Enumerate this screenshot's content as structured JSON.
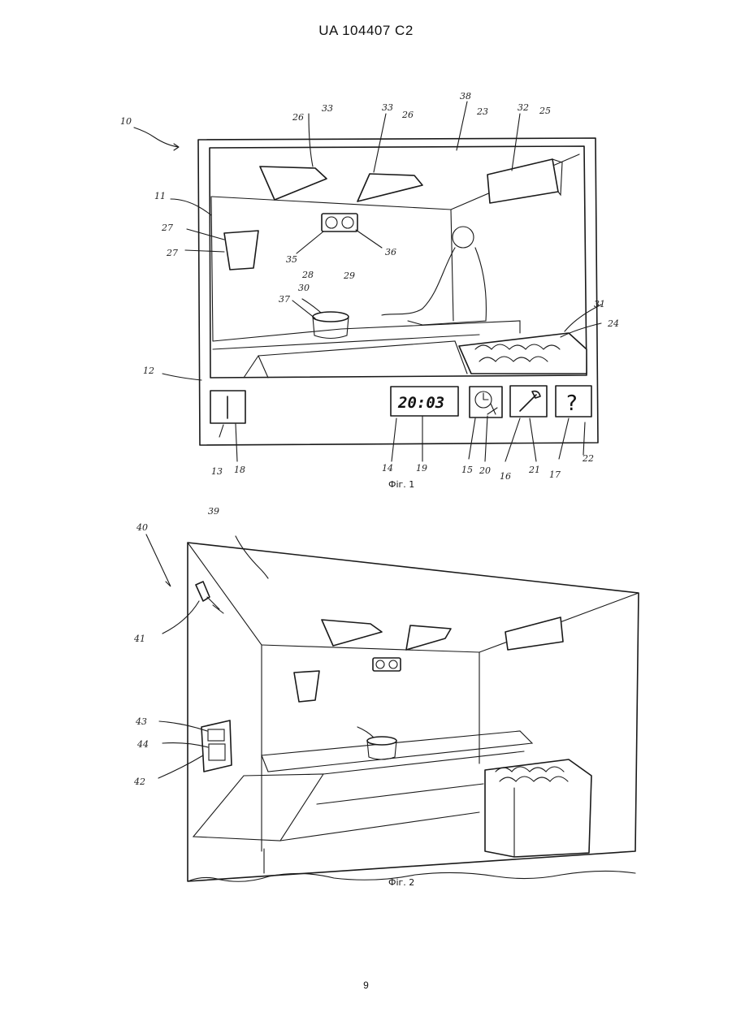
{
  "header": {
    "text": "UA   104407   C2"
  },
  "figure1": {
    "caption": "Фіг. 1",
    "clock_display": "20:03",
    "labels": [
      "10",
      "11",
      "12",
      "13",
      "14",
      "15",
      "16",
      "17",
      "18",
      "19",
      "20",
      "21",
      "22",
      "23",
      "24",
      "25",
      "26",
      "26",
      "27",
      "27",
      "28",
      "29",
      "30",
      "31",
      "32",
      "33",
      "33",
      "35",
      "36",
      "37",
      "38"
    ]
  },
  "figure2": {
    "caption": "Фіг. 2",
    "labels": [
      "39",
      "40",
      "41",
      "42",
      "43",
      "44"
    ]
  },
  "footer": {
    "page_number": "9"
  }
}
